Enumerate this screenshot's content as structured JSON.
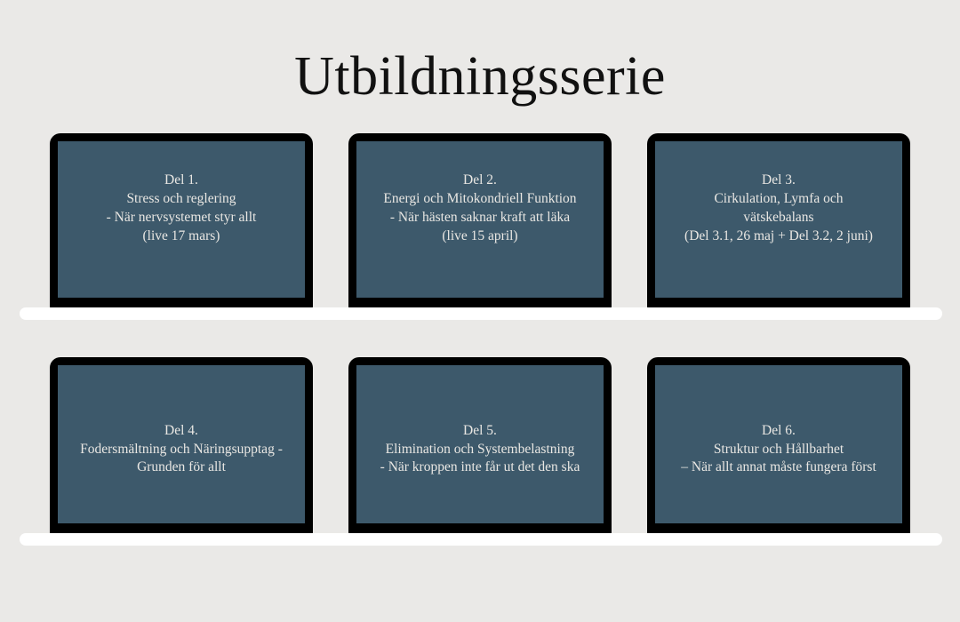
{
  "page": {
    "title": "Utbildningsserie",
    "background_color": "#eae9e7",
    "title_color": "#111111"
  },
  "theme": {
    "screen_color": "#3d596b",
    "screen_text_color": "#e9e7e3",
    "bezel_color": "#000000",
    "base_bar_color": "#ffffff",
    "notch_color": "#cdcdcd"
  },
  "rows": [
    {
      "cards": [
        {
          "id": "del-1",
          "lines": [
            "Del 1.",
            "Stress och reglering",
            "- När nervsystemet styr allt",
            "(live 17 mars)"
          ]
        },
        {
          "id": "del-2",
          "lines": [
            "Del 2.",
            "Energi och Mitokondriell Funktion",
            "- När hästen saknar kraft att läka",
            "(live 15 april)"
          ]
        },
        {
          "id": "del-3",
          "lines": [
            "Del 3.",
            "Cirkulation, Lymfa och",
            "vätskebalans",
            "(Del 3.1, 26 maj + Del 3.2, 2 juni)"
          ]
        }
      ]
    },
    {
      "cards": [
        {
          "id": "del-4",
          "lines": [
            "Del 4.",
            "Fodersmältning och Näringsupptag -",
            "Grunden för allt"
          ]
        },
        {
          "id": "del-5",
          "lines": [
            "Del 5.",
            "Elimination och Systembelastning",
            "- När kroppen inte får ut det den ska"
          ]
        },
        {
          "id": "del-6",
          "lines": [
            "Del 6.",
            "Struktur och Hållbarhet",
            "– När allt annat måste fungera först"
          ]
        }
      ]
    }
  ]
}
